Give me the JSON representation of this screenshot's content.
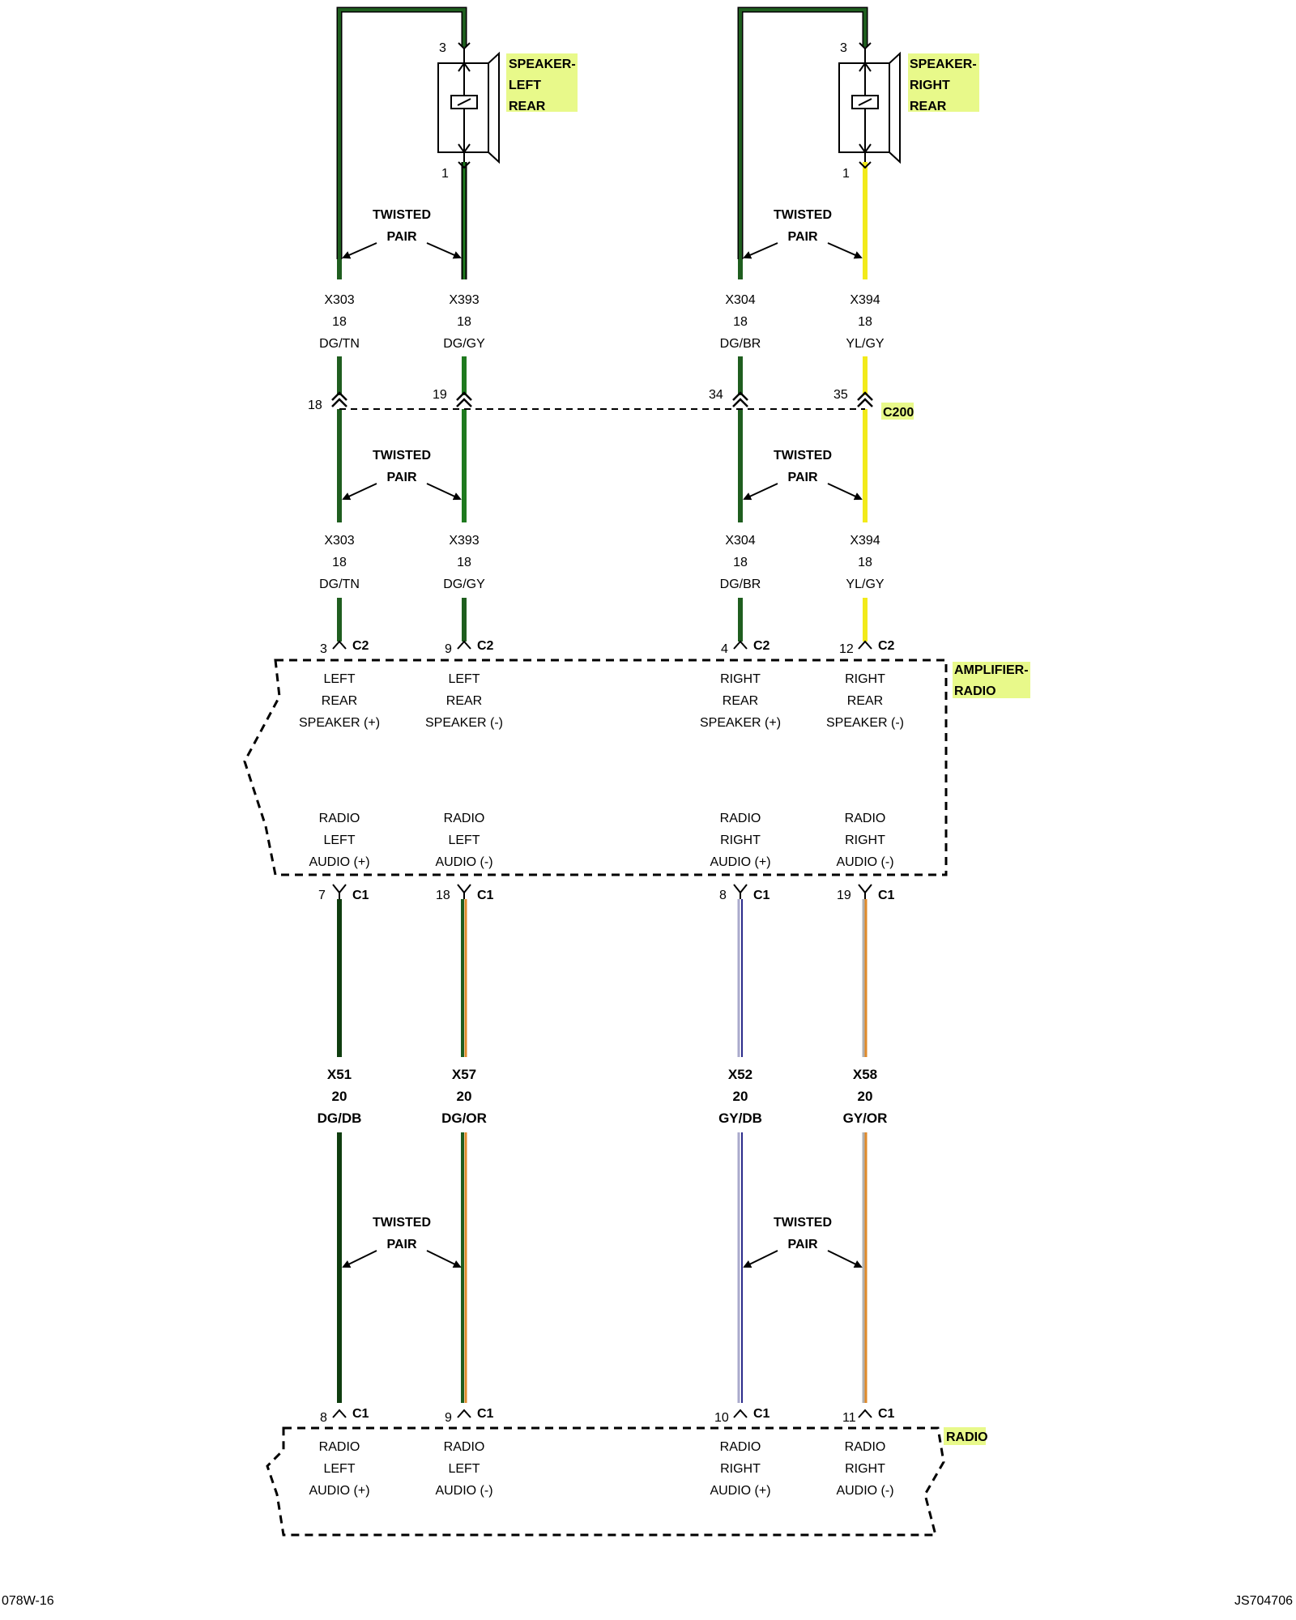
{
  "components": {
    "speaker_left": {
      "label_lines": [
        "SPEAKER-",
        "LEFT",
        "REAR"
      ],
      "pin_top": "3",
      "pin_bottom": "1"
    },
    "speaker_right": {
      "label_lines": [
        "SPEAKER-",
        "RIGHT",
        "REAR"
      ],
      "pin_top": "3",
      "pin_bottom": "1"
    },
    "amplifier": {
      "label_lines": [
        "AMPLIFIER-",
        "RADIO"
      ]
    },
    "radio": {
      "label": "RADIO"
    },
    "connector_c200": "C200",
    "highlight_color": "#e8f98a"
  },
  "twisted_pair": {
    "line1": "TWISTED",
    "line2": "PAIR"
  },
  "columns": [
    {
      "id": "left-plus",
      "upper_wire": {
        "circuit": "X303",
        "gauge": "18",
        "color": "DG/TN"
      },
      "c200_pin": "18",
      "amp_top": {
        "pin": "3",
        "connector": "C2",
        "label": [
          "LEFT",
          "REAR",
          "SPEAKER (+)"
        ]
      },
      "amp_bottom": {
        "pin": "7",
        "connector": "C1",
        "label": [
          "RADIO",
          "LEFT",
          "AUDIO (+)"
        ]
      },
      "lower_wire": {
        "circuit": "X51",
        "gauge": "20",
        "color": "DG/DB"
      },
      "radio": {
        "pin": "8",
        "connector": "C1",
        "label": [
          "RADIO",
          "LEFT",
          "AUDIO (+)"
        ]
      }
    },
    {
      "id": "left-minus",
      "upper_wire": {
        "circuit": "X393",
        "gauge": "18",
        "color": "DG/GY"
      },
      "c200_pin": "19",
      "amp_top": {
        "pin": "9",
        "connector": "C2",
        "label": [
          "LEFT",
          "REAR",
          "SPEAKER (-)"
        ]
      },
      "amp_bottom": {
        "pin": "18",
        "connector": "C1",
        "label": [
          "RADIO",
          "LEFT",
          "AUDIO (-)"
        ]
      },
      "lower_wire": {
        "circuit": "X57",
        "gauge": "20",
        "color": "DG/OR"
      },
      "radio": {
        "pin": "9",
        "connector": "C1",
        "label": [
          "RADIO",
          "LEFT",
          "AUDIO (-)"
        ]
      }
    },
    {
      "id": "right-plus",
      "upper_wire": {
        "circuit": "X304",
        "gauge": "18",
        "color": "DG/BR"
      },
      "c200_pin": "34",
      "amp_top": {
        "pin": "4",
        "connector": "C2",
        "label": [
          "RIGHT",
          "REAR",
          "SPEAKER (+)"
        ]
      },
      "amp_bottom": {
        "pin": "8",
        "connector": "C1",
        "label": [
          "RADIO",
          "RIGHT",
          "AUDIO (+)"
        ]
      },
      "lower_wire": {
        "circuit": "X52",
        "gauge": "20",
        "color": "GY/DB"
      },
      "radio": {
        "pin": "10",
        "connector": "C1",
        "label": [
          "RADIO",
          "RIGHT",
          "AUDIO (+)"
        ]
      }
    },
    {
      "id": "right-minus",
      "upper_wire": {
        "circuit": "X394",
        "gauge": "18",
        "color": "YL/GY"
      },
      "c200_pin": "35",
      "amp_top": {
        "pin": "12",
        "connector": "C2",
        "label": [
          "RIGHT",
          "REAR",
          "SPEAKER (-)"
        ]
      },
      "amp_bottom": {
        "pin": "19",
        "connector": "C1",
        "label": [
          "RADIO",
          "RIGHT",
          "AUDIO (-)"
        ]
      },
      "lower_wire": {
        "circuit": "X58",
        "gauge": "20",
        "color": "GY/OR"
      },
      "radio": {
        "pin": "11",
        "connector": "C1",
        "label": [
          "RADIO",
          "RIGHT",
          "AUDIO (-)"
        ]
      }
    }
  ],
  "footer": {
    "left": "078W-16",
    "right": "JS704706"
  }
}
